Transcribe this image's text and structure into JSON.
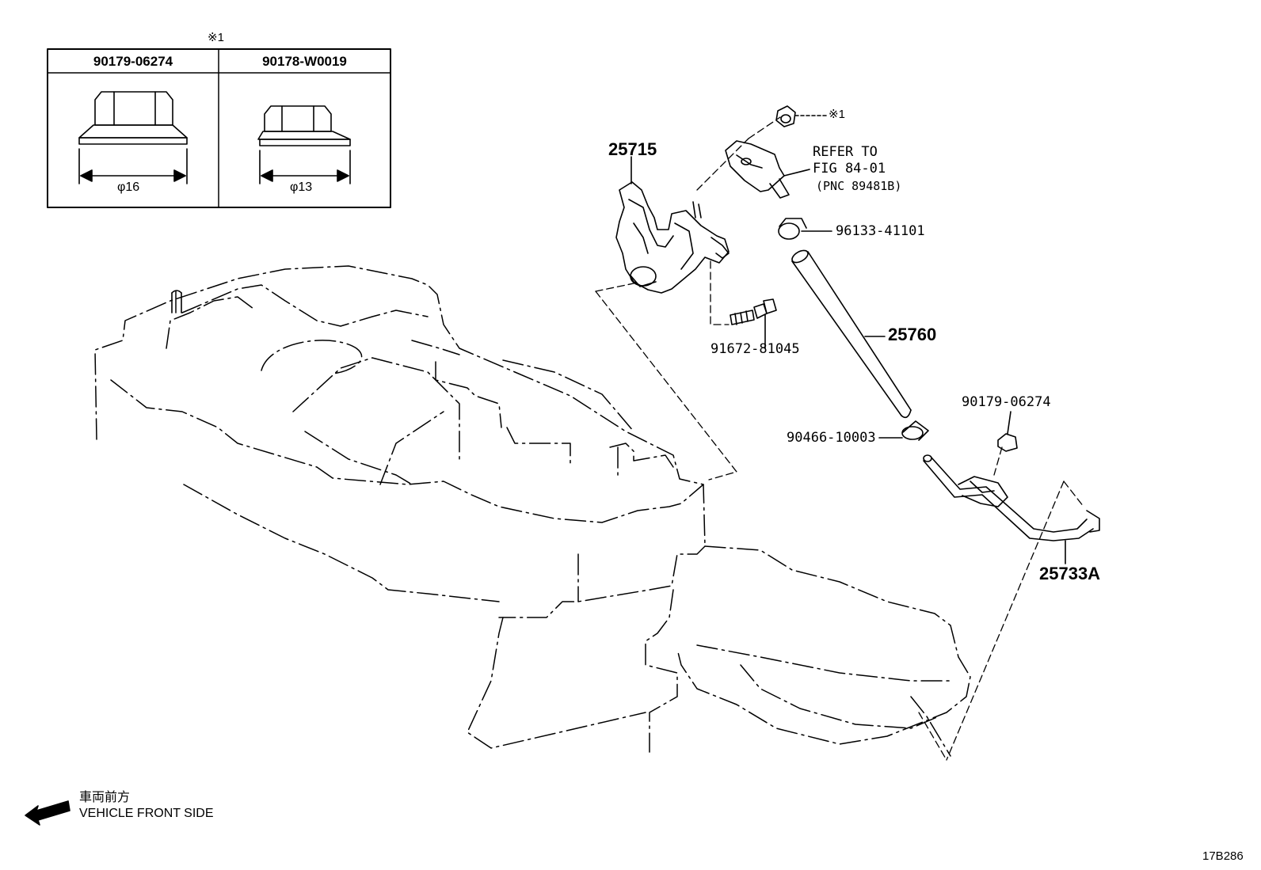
{
  "table": {
    "note_mark": "※1",
    "col1_part": "90179-06274",
    "col2_part": "90178-W0019",
    "col1_dim": "φ16",
    "col2_dim": "φ13"
  },
  "parts": {
    "bracket": "25715",
    "nut_note": "※1",
    "refer_line1": "REFER TO",
    "refer_line2": "FIG 84-01",
    "refer_line3": "(PNC 89481B)",
    "clamp_upper": "96133-41101",
    "bolt": "91672-81045",
    "hose": "25760",
    "nut_lower": "90179-06274",
    "clamp_lower": "90466-10003",
    "tube": "25733A"
  },
  "orientation": {
    "japanese": "車両前方",
    "english": "VEHICLE FRONT SIDE"
  },
  "figure_id": "17B286"
}
